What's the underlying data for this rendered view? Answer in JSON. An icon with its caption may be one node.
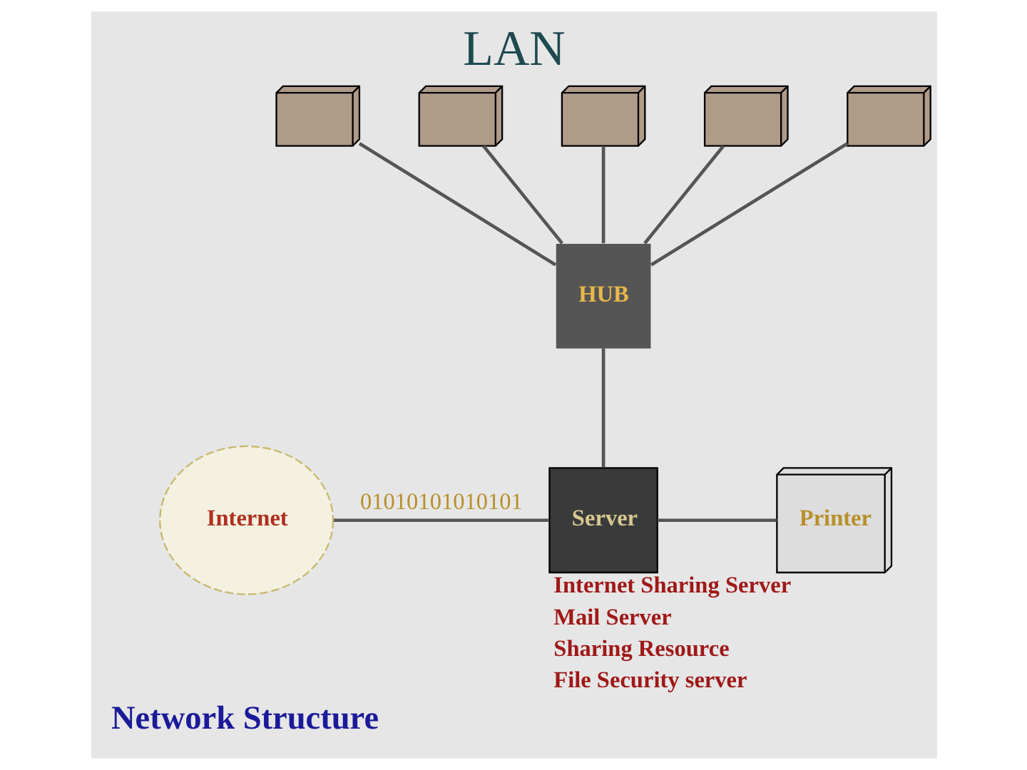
{
  "diagram": {
    "title": "LAN",
    "nodes": [
      {
        "text": [],
        "shape": "picture"
      },
      {
        "text": [],
        "shape": "picture"
      },
      {
        "text": [],
        "shape": "picture"
      },
      {
        "text": [],
        "shape": "picture"
      },
      {
        "text": [],
        "shape": "picture"
      },
      {
        "text": [
          "HUB"
        ]
      },
      {
        "text": [
          "Internet"
        ]
      },
      {
        "text": [
          "Server"
        ],
        "beside": [
          "Internet Sharing Server",
          "Mail Server",
          "Sharing Resource",
          "File Security server"
        ]
      },
      {
        "text": [
          "Printer"
        ]
      }
    ],
    "edges": [
      {
        "from": 0,
        "to": 5,
        "arrow": "none"
      },
      {
        "from": 1,
        "to": 5,
        "arrow": "none"
      },
      {
        "from": 2,
        "to": 5,
        "arrow": "none"
      },
      {
        "from": 3,
        "to": 5,
        "arrow": "none"
      },
      {
        "from": 4,
        "to": 5,
        "arrow": "none"
      },
      {
        "from": 5,
        "to": 7,
        "arrow": "none"
      },
      {
        "from": 6,
        "to": 7,
        "arrow": "none",
        "label": "01010101010101"
      },
      {
        "from": 7,
        "to": 8,
        "arrow": "none"
      }
    ],
    "labels": [
      "Network Structure"
    ]
  }
}
